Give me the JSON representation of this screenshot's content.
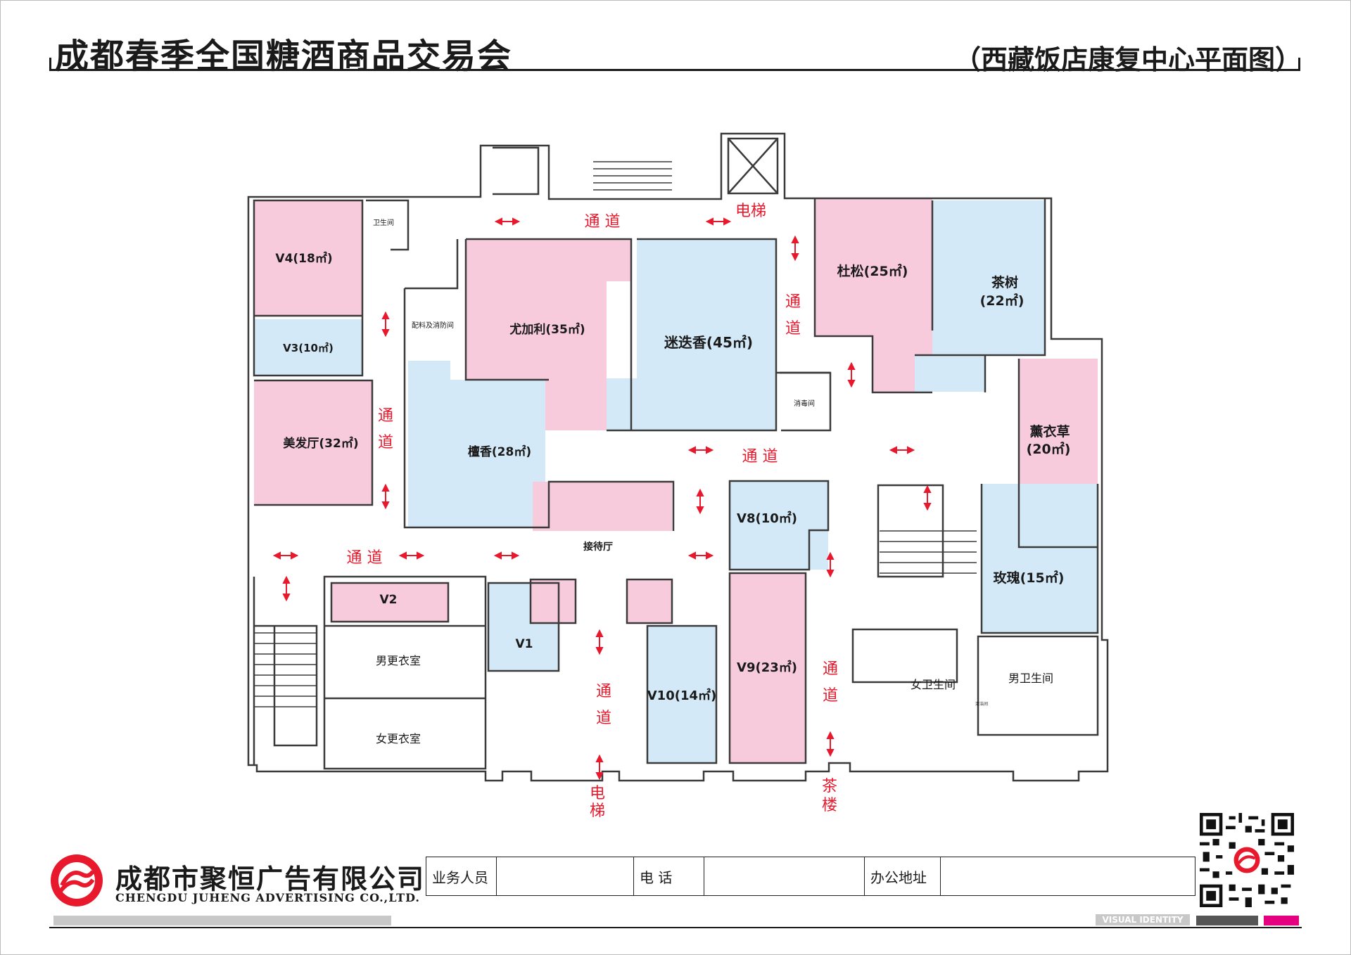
{
  "header": {
    "title": "成都春季全国糖酒商品交易会",
    "subtitle": "（西藏饭店康复中心平面图）"
  },
  "colors": {
    "pink_booth": "#f7cbdc",
    "blue_booth": "#d4e9f7",
    "red_text": "#e8192c",
    "wall": "#3a3a3a"
  },
  "rooms": {
    "v4": "V4(18㎡)",
    "v3": "V3(10㎡)",
    "meifa": "美发厅(32㎡)",
    "youjiali": "尤加利(35㎡)",
    "midiexiang": "迷迭香(45㎡)",
    "dusong": "杜松(25㎡)",
    "chashu_1": "茶树",
    "chashu_2": "(22㎡)",
    "tanxiang": "檀香(28㎡)",
    "xunyicao_1": "薰衣草",
    "xunyicao_2": "(20㎡)",
    "v8": "V8(10㎡)",
    "meigui": "玫瑰(15㎡)",
    "v2": "V2",
    "v1": "V1",
    "v10": "V10(14㎡)",
    "v9": "V9(23㎡)",
    "jiedaiting": "接待厅",
    "nangengyi": "男更衣室",
    "nvgengyi": "女更衣室",
    "nvweisheng": "女卫生间",
    "nanweisheng": "男卫生间",
    "weishengjian": "卫生间",
    "peiliao": "配料及消防间",
    "xiaodu": "消毒间",
    "small_mark": "清洁间"
  },
  "corridors": {
    "tongdao_1": "通",
    "tongdao_2": "道",
    "tongdao_h": "通  道",
    "dianti": "电梯",
    "dianti_1": "电",
    "dianti_2": "梯",
    "chalou_1": "茶",
    "chalou_2": "楼"
  },
  "footer": {
    "company_cn": "成都市聚恒广告有限公司",
    "company_en": "CHENGDU JUHENG ADVERTISING CO.,LTD.",
    "staff_label": "业务人员",
    "staff_value": "",
    "phone_label": "电    话",
    "phone_value": "",
    "address_label": "办公地址",
    "address_value": "",
    "vi_tag": "VISUAL IDENTITY"
  }
}
